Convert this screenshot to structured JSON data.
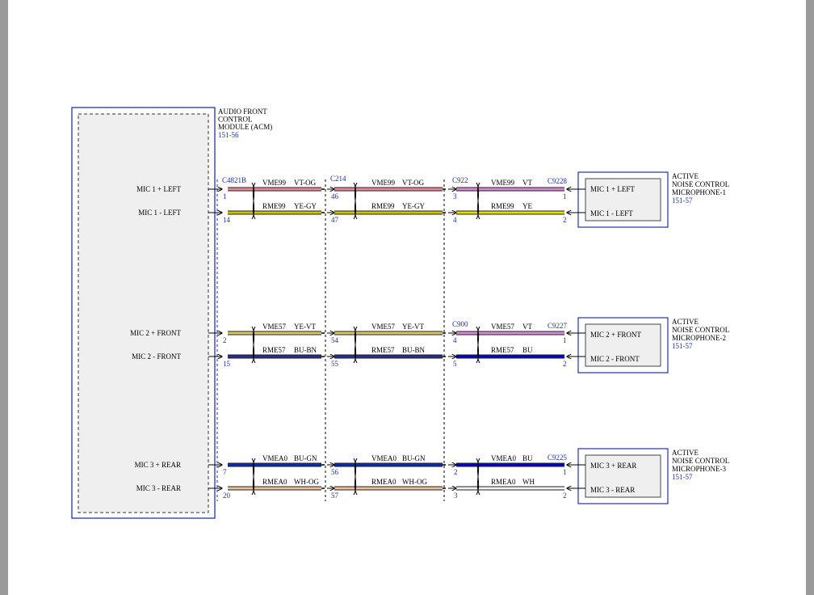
{
  "colors": {
    "module_border": "#2233aa",
    "conn_id": "#1a2eb0",
    "pin": "#1a2eb0",
    "text": "#000000",
    "module_fill": "#efefef",
    "VT-OG": "#e58a9b",
    "YE-GY": "#c8c400",
    "VT": "#d98ad6",
    "YE": "#e2dc00",
    "YE-VT": "#d6c860",
    "BU-BN": "#2a2a90",
    "BU": "#0000cc",
    "BU-GN": "#0b2bb0",
    "WH-OG": "#eec098",
    "WH": "#f2f2f2"
  },
  "acm": {
    "title_lines": [
      "AUDIO FRONT",
      "CONTROL",
      "MODULE (ACM)"
    ],
    "ref": "151-56"
  },
  "connectors": {
    "acm": "C4821B",
    "inline1": "C214",
    "inline2a": "C922",
    "inline2b": "C900",
    "mic1": "C9228",
    "mic2": "C9227",
    "mic3": "C9225"
  },
  "mics": [
    {
      "title_lines": [
        "ACTIVE",
        "NOISE CONTROL",
        "MICROPHONE-1"
      ],
      "ref": "151-57",
      "pins": [
        "MIC 1 + LEFT",
        "MIC 1 - LEFT"
      ]
    },
    {
      "title_lines": [
        "ACTIVE",
        "NOISE CONTROL",
        "MICROPHONE-2"
      ],
      "ref": "151-57",
      "pins": [
        "MIC 2 + FRONT",
        "MIC 2 - FRONT"
      ]
    },
    {
      "title_lines": [
        "ACTIVE",
        "NOISE CONTROL",
        "MICROPHONE-3"
      ],
      "ref": "151-57",
      "pins": [
        "MIC 3 + REAR",
        "MIC 3 - REAR"
      ]
    }
  ],
  "circuits": [
    {
      "acm_label": "MIC 1 + LEFT",
      "acm_pin": "1",
      "mid_pin": "46",
      "inline2_pin": "3",
      "mic_pin": "1",
      "segments": [
        {
          "name": "VME99",
          "color": "VT-OG"
        },
        {
          "name": "VME99",
          "color": "VT-OG"
        },
        {
          "name": "VME99",
          "color": "VT"
        }
      ]
    },
    {
      "acm_label": "MIC 1 - LEFT",
      "acm_pin": "14",
      "mid_pin": "47",
      "inline2_pin": "4",
      "mic_pin": "2",
      "segments": [
        {
          "name": "RME99",
          "color": "YE-GY"
        },
        {
          "name": "RME99",
          "color": "YE-GY"
        },
        {
          "name": "RME99",
          "color": "YE"
        }
      ]
    },
    {
      "acm_label": "MIC 2 + FRONT",
      "acm_pin": "2",
      "mid_pin": "54",
      "inline2_pin": "4",
      "mic_pin": "1",
      "segments": [
        {
          "name": "VME57",
          "color": "YE-VT"
        },
        {
          "name": "VME57",
          "color": "YE-VT"
        },
        {
          "name": "VME57",
          "color": "VT"
        }
      ]
    },
    {
      "acm_label": "MIC 2 - FRONT",
      "acm_pin": "15",
      "mid_pin": "55",
      "inline2_pin": "5",
      "mic_pin": "2",
      "segments": [
        {
          "name": "RME57",
          "color": "BU-BN"
        },
        {
          "name": "RME57",
          "color": "BU-BN"
        },
        {
          "name": "RME57",
          "color": "BU"
        }
      ]
    },
    {
      "acm_label": "MIC 3 + REAR",
      "acm_pin": "7",
      "mid_pin": "56",
      "inline2_pin": "2",
      "mic_pin": "1",
      "segments": [
        {
          "name": "VMEA0",
          "color": "BU-GN"
        },
        {
          "name": "VMEA0",
          "color": "BU-GN"
        },
        {
          "name": "VMEA0",
          "color": "BU"
        }
      ]
    },
    {
      "acm_label": "MIC 3 - REAR",
      "acm_pin": "20",
      "mid_pin": "57",
      "inline2_pin": "3",
      "mic_pin": "2",
      "segments": [
        {
          "name": "RMEA0",
          "color": "WH-OG"
        },
        {
          "name": "RMEA0",
          "color": "WH-OG"
        },
        {
          "name": "RMEA0",
          "color": "WH"
        }
      ]
    }
  ]
}
